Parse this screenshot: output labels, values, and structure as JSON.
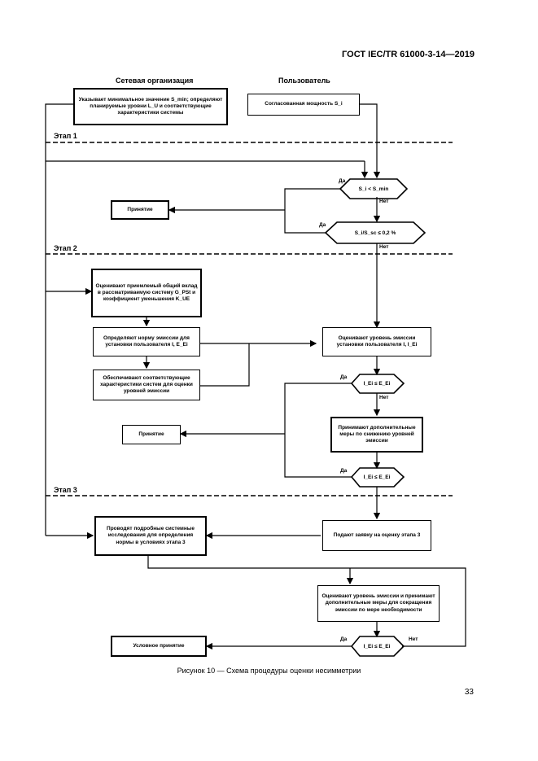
{
  "header": {
    "doc_id": "ГОСТ IEC/TR 61000-3-14—2019"
  },
  "columns": {
    "network": "Сетевая организация",
    "user": "Пользователь"
  },
  "stages": {
    "s1": "Этап 1",
    "s2": "Этап 2",
    "s3": "Этап 3"
  },
  "boxes": {
    "b1": "Указывает минимальное значение S_min; определяют планируемые уровни L_U и соответствующие характеристики системы",
    "b2": "Согласованная мощность S_i",
    "accept1": "Принятие",
    "b3": "Оценивают приемлемый общий вклад в рассматриваемую систему G_PSt и коэффициент уменьшения K_UE",
    "b4": "Определяют норму эмиссии для установки пользователя I, E_Ei",
    "b5": "Обеспечивают соответствующие характеристики систем для оценки уровней эмиссии",
    "b6": "Оценивают уровень эмиссии установки пользователя I, I_Ei",
    "accept2": "Принятие",
    "b7": "Принимают дополнительные меры по снижению уровней эмиссии",
    "b8": "Проводят подробные системные исследования для определения нормы в условиях этапа 3",
    "b9": "Подают заявку на оценку этапа 3",
    "b10": "Оценивают уровень эмиссии и принимают дополнительные меры для сокращения эмиссии по мере необходимости",
    "accept3": "Условное принятие"
  },
  "decisions": {
    "d1": "S_i < S_min",
    "d2": "S_i/S_sc ≤ 0,2 %",
    "d3": "I_Ei ≤ E_Ei",
    "d4": "I_Ei ≤ E_Ei",
    "d5": "I_Ei ≤ E_Ei"
  },
  "branch_labels": {
    "yes": "Да",
    "no": "Нет"
  },
  "caption": "Рисунок 10 — Схема процедуры оценки несимметрии",
  "page_number": "33"
}
